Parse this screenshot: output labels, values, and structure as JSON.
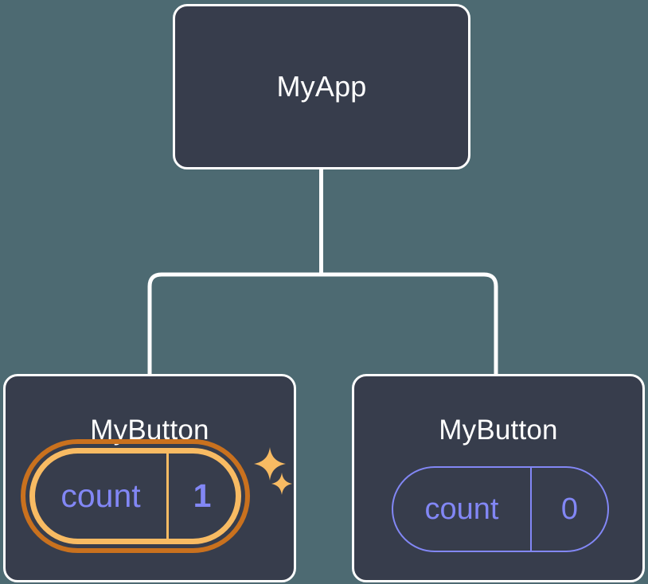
{
  "diagram": {
    "type": "component-tree",
    "background_color": "#4d6a72",
    "node_fill_color": "#373d4c",
    "node_border_color": "#ffffff",
    "connector_color": "#ffffff",
    "accent_purple": "#8287f5",
    "accent_orange_outer": "#c9711e",
    "accent_orange_inner": "#f8bb63"
  },
  "root": {
    "title": "MyApp"
  },
  "children": [
    {
      "title": "MyButton",
      "state": {
        "key": "count",
        "value": "1",
        "highlighted": true,
        "sparkles": [
          "sparkle-large",
          "sparkle-small"
        ]
      }
    },
    {
      "title": "MyButton",
      "state": {
        "key": "count",
        "value": "0",
        "highlighted": false
      }
    }
  ]
}
